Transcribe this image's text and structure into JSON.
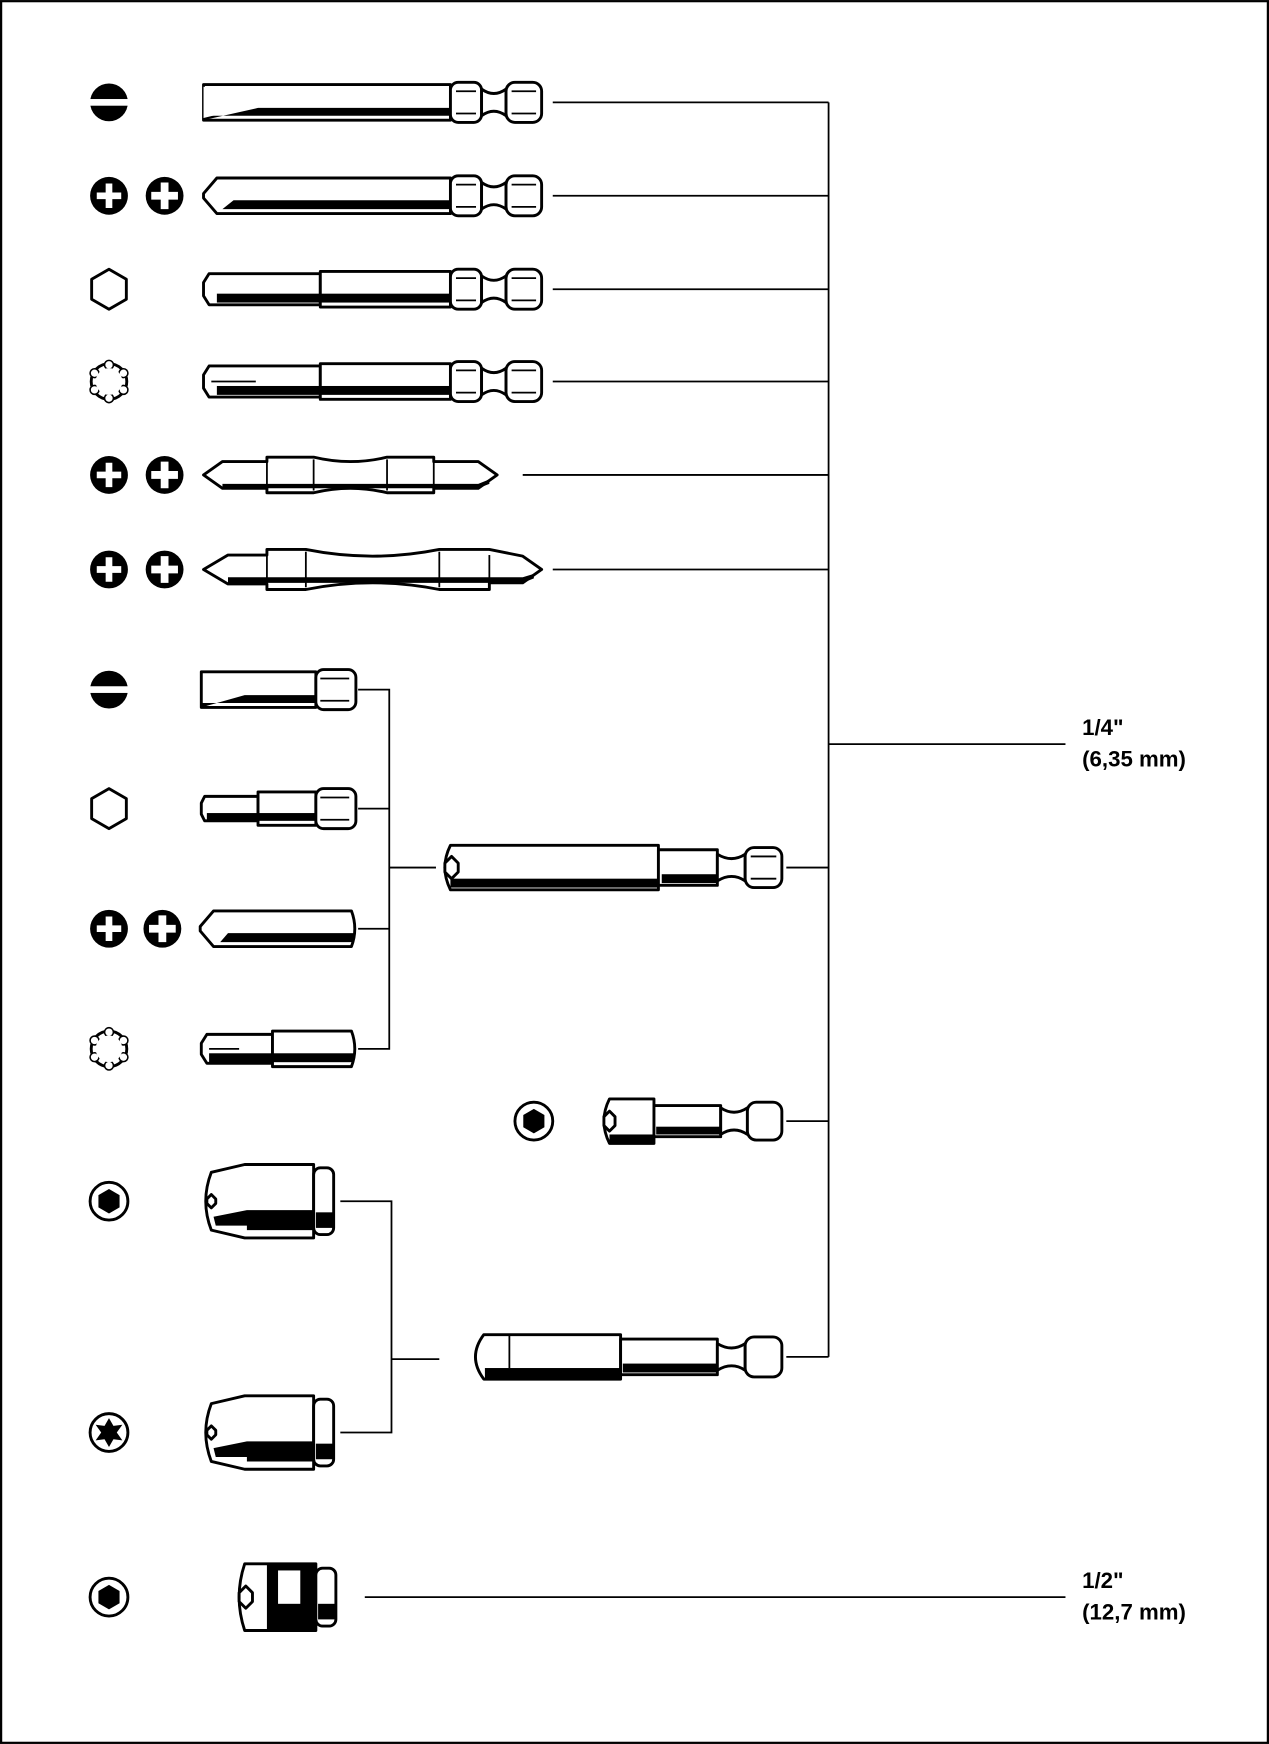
{
  "labels": {
    "quarter_inch": {
      "size": "1/4\"",
      "metric": "(6,35 mm)"
    },
    "half_inch": {
      "size": "1/2\"",
      "metric": "(12,7 mm)"
    }
  },
  "icons": [
    "slotted-icon",
    "phillips-icon",
    "pozidriv-icon",
    "hex-icon",
    "torx-icon",
    "hex-socket-icon",
    "torx-socket-icon"
  ],
  "colors": {
    "line": "#000000",
    "background": "#ffffff"
  }
}
